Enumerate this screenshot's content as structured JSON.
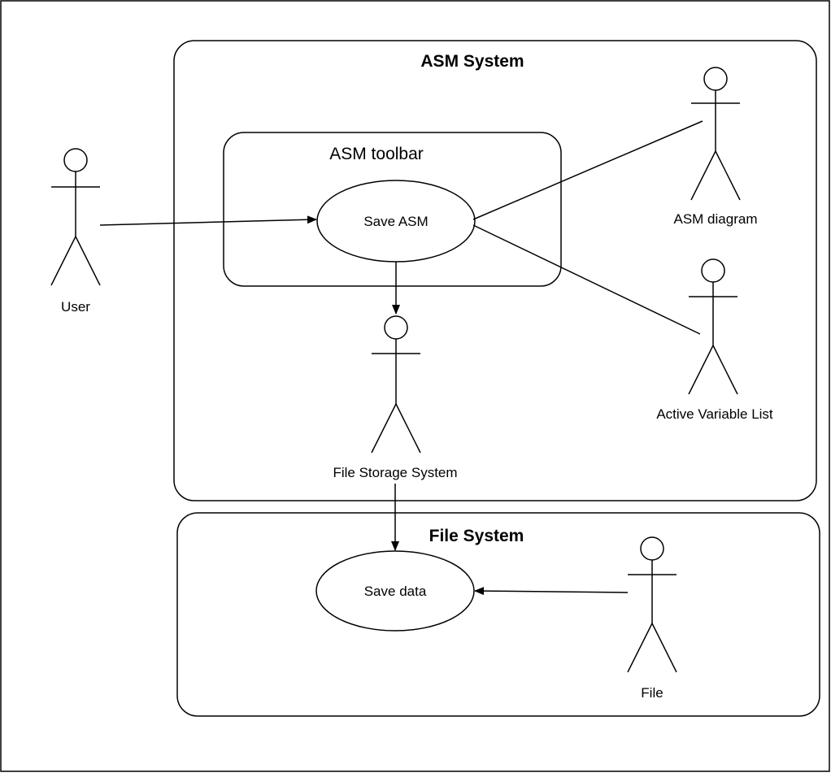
{
  "diagram": {
    "systems": {
      "asm_system": "ASM System",
      "asm_toolbar": "ASM toolbar",
      "file_system": "File System"
    },
    "use_cases": {
      "save_asm": "Save ASM",
      "save_data": "Save data"
    },
    "actors": {
      "user": "User",
      "asm_diagram": "ASM diagram",
      "active_variable_list": "Active Variable List",
      "file_storage_system": "File Storage System",
      "file": "File"
    }
  }
}
